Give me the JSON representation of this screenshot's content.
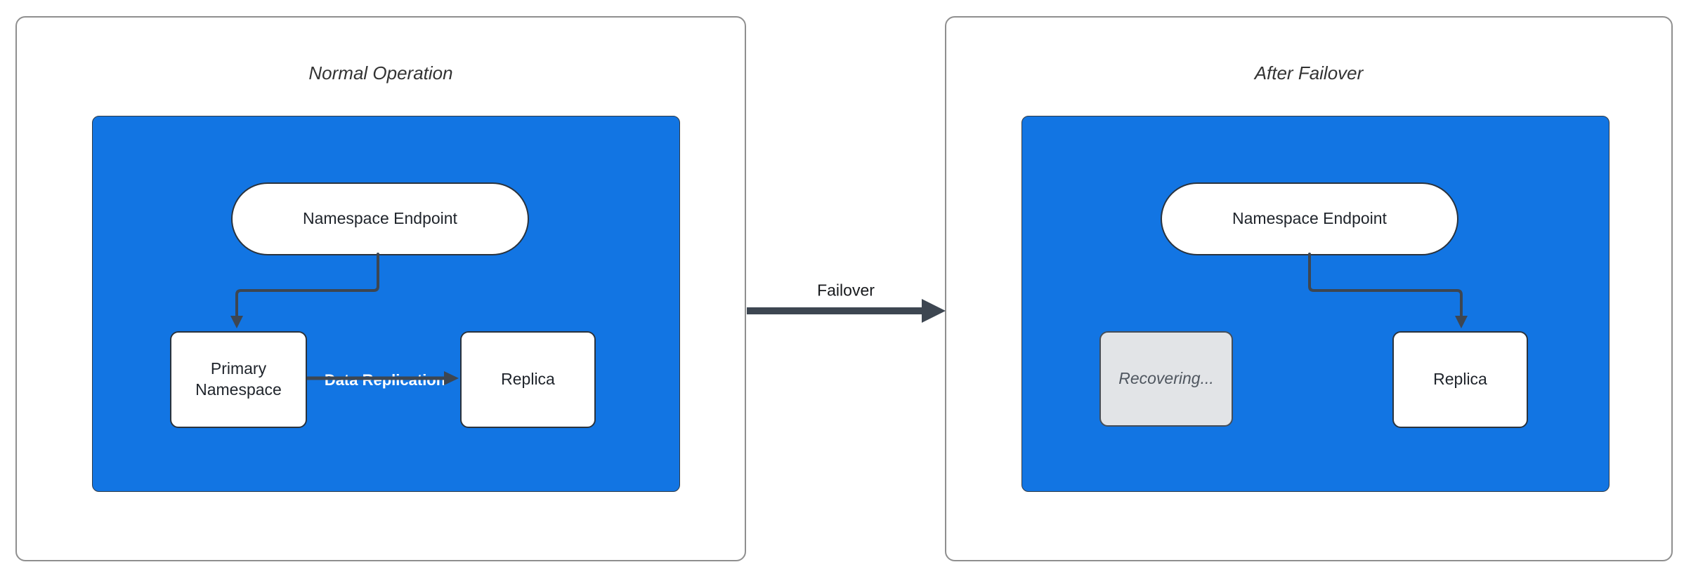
{
  "colors": {
    "container_fill": "#1275e3",
    "container_border": "#2f3a45",
    "node_fill": "#ffffff",
    "node_border": "#2a333d",
    "node_text": "#1f242b",
    "edge": "#3d4651",
    "panel_border": "#8f8f8f",
    "title_text": "#333333",
    "recovering_fill": "#e2e4e7",
    "recovering_border": "#454e59",
    "recovering_text": "#4f565f",
    "edge_label_text": "#ffffff",
    "failover_label_text": "#17191c"
  },
  "left_panel": {
    "title": "Normal Operation",
    "endpoint_label": "Namespace Endpoint",
    "primary_label": "Primary Namespace",
    "replica_label": "Replica",
    "replication_edge_label": "Data Replication"
  },
  "right_panel": {
    "title": "After Failover",
    "endpoint_label": "Namespace Endpoint",
    "recovering_label": "Recovering...",
    "replica_label": "Replica"
  },
  "failover_edge": {
    "label": "Failover"
  }
}
